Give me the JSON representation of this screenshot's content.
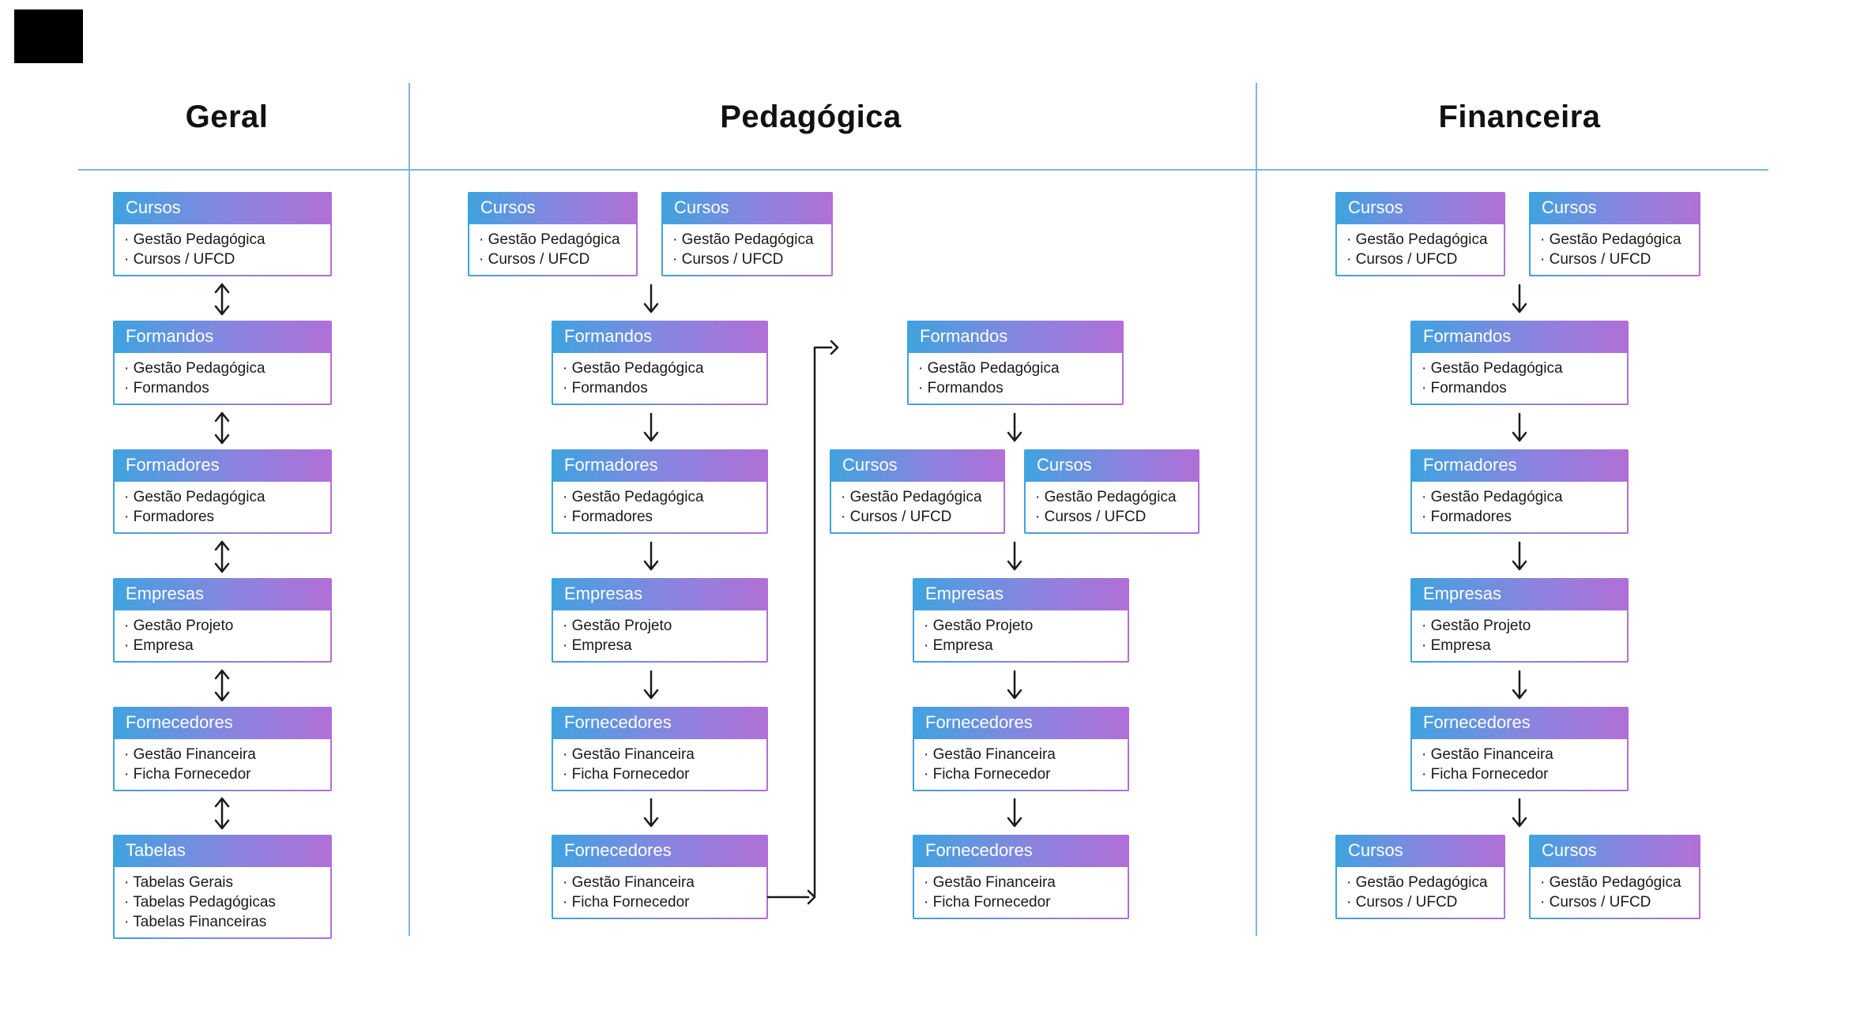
{
  "columns": {
    "geral": {
      "title": "Geral"
    },
    "pedagogica": {
      "title": "Pedagógica"
    },
    "financeira": {
      "title": "Financeira"
    }
  },
  "colors": {
    "header_gradient_start": "#3FA3E0",
    "header_gradient_mid": "#8A84DF",
    "header_gradient_end": "#B16FD7",
    "divider_blue": "#7FB2E8",
    "arrow": "#1a1a1a",
    "logo_block": "#000000"
  },
  "boxes": {
    "geral": [
      {
        "title": "Cursos",
        "body": "· Gestão Pedagógica\n· Cursos / UFCD"
      },
      {
        "title": "Formandos",
        "body": "· Gestão Pedagógica\n· Formandos"
      },
      {
        "title": "Formadores",
        "body": "· Gestão Pedagógica\n· Formadores"
      },
      {
        "title": "Empresas",
        "body": "· Gestão Projeto\n· Empresa"
      },
      {
        "title": "Fornecedores",
        "body": "· Gestão Financeira\n· Ficha Fornecedor"
      },
      {
        "title": "Tabelas",
        "body": "· Tabelas Gerais\n· Tabelas Pedagógicas\n· Tabelas Financeiras"
      }
    ],
    "ped_left": [
      {
        "title": "Cursos",
        "body": "· Gestão Pedagógica\n· Cursos / UFCD"
      },
      {
        "title": "Cursos",
        "body": "· Gestão Pedagógica\n· Cursos / UFCD"
      },
      {
        "title": "Formandos",
        "body": "· Gestão Pedagógica\n· Formandos"
      },
      {
        "title": "Formadores",
        "body": "· Gestão Pedagógica\n· Formadores"
      },
      {
        "title": "Empresas",
        "body": "· Gestão Projeto\n· Empresa"
      },
      {
        "title": "Fornecedores",
        "body": "· Gestão Financeira\n· Ficha Fornecedor"
      },
      {
        "title": "Fornecedores",
        "body": "· Gestão Financeira\n· Ficha Fornecedor"
      }
    ],
    "ped_right": [
      {
        "title": "Formandos",
        "body": "· Gestão Pedagógica\n· Formandos"
      },
      {
        "title": "Cursos",
        "body": "· Gestão Pedagógica\n· Cursos / UFCD"
      },
      {
        "title": "Cursos",
        "body": "· Gestão Pedagógica\n· Cursos / UFCD"
      },
      {
        "title": "Empresas",
        "body": "· Gestão Projeto\n· Empresa"
      },
      {
        "title": "Fornecedores",
        "body": "· Gestão Financeira\n· Ficha Fornecedor"
      },
      {
        "title": "Fornecedores",
        "body": "· Gestão Financeira\n· Ficha Fornecedor"
      }
    ],
    "financeira": [
      {
        "title": "Cursos",
        "body": "· Gestão Pedagógica\n· Cursos / UFCD"
      },
      {
        "title": "Cursos",
        "body": "· Gestão Pedagógica\n· Cursos / UFCD"
      },
      {
        "title": "Formandos",
        "body": "· Gestão Pedagógica\n· Formandos"
      },
      {
        "title": "Formadores",
        "body": "· Gestão Pedagógica\n· Formadores"
      },
      {
        "title": "Empresas",
        "body": "· Gestão Projeto\n· Empresa"
      },
      {
        "title": "Fornecedores",
        "body": "· Gestão Financeira\n· Ficha Fornecedor"
      },
      {
        "title": "Cursos",
        "body": "· Gestão Pedagógica\n· Cursos / UFCD"
      },
      {
        "title": "Cursos",
        "body": "· Gestão Pedagógica\n· Cursos / UFCD"
      }
    ]
  }
}
